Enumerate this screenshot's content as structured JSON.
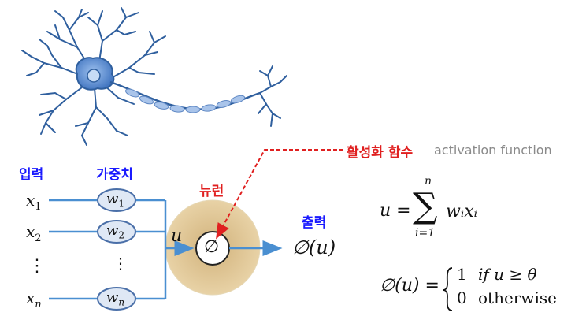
{
  "labels": {
    "input_kr": "입력",
    "weight_kr": "가중치",
    "neuron_kr": "뉴런",
    "output_kr": "출력",
    "activation_kr": "활성화 함수",
    "activation_en": "activation function"
  },
  "inputs": {
    "x1": {
      "base": "x",
      "sub": "1"
    },
    "x2": {
      "base": "x",
      "sub": "2"
    },
    "dots": "⋮",
    "xn": {
      "base": "x",
      "sub": "n"
    }
  },
  "weights": {
    "w1": {
      "base": "w",
      "sub": "1"
    },
    "w2": {
      "base": "w",
      "sub": "2"
    },
    "dots": "⋮",
    "wn": {
      "base": "w",
      "sub": "n"
    }
  },
  "neuron": {
    "input_symbol": "u",
    "activation_symbol": "∅",
    "output_expr": "∅(u)"
  },
  "formulas": {
    "sum": {
      "lhs": "u =",
      "upper": "n",
      "lower": "i=1",
      "sigma": "∑",
      "term": "wᵢxᵢ"
    },
    "activation": {
      "lhs": "∅(u) =",
      "case1_value": "1",
      "case1_cond": "if u ≥ θ",
      "case2_value": "0",
      "case2_cond": "otherwise"
    }
  },
  "colors": {
    "blue_line": "#4a8fd1",
    "neuron_glow": "#c9a46b",
    "dendrite": "#2f5f9e",
    "cell_body": "#5b8fd6",
    "red": "#e02020",
    "label_blue": "#1a1aff"
  }
}
